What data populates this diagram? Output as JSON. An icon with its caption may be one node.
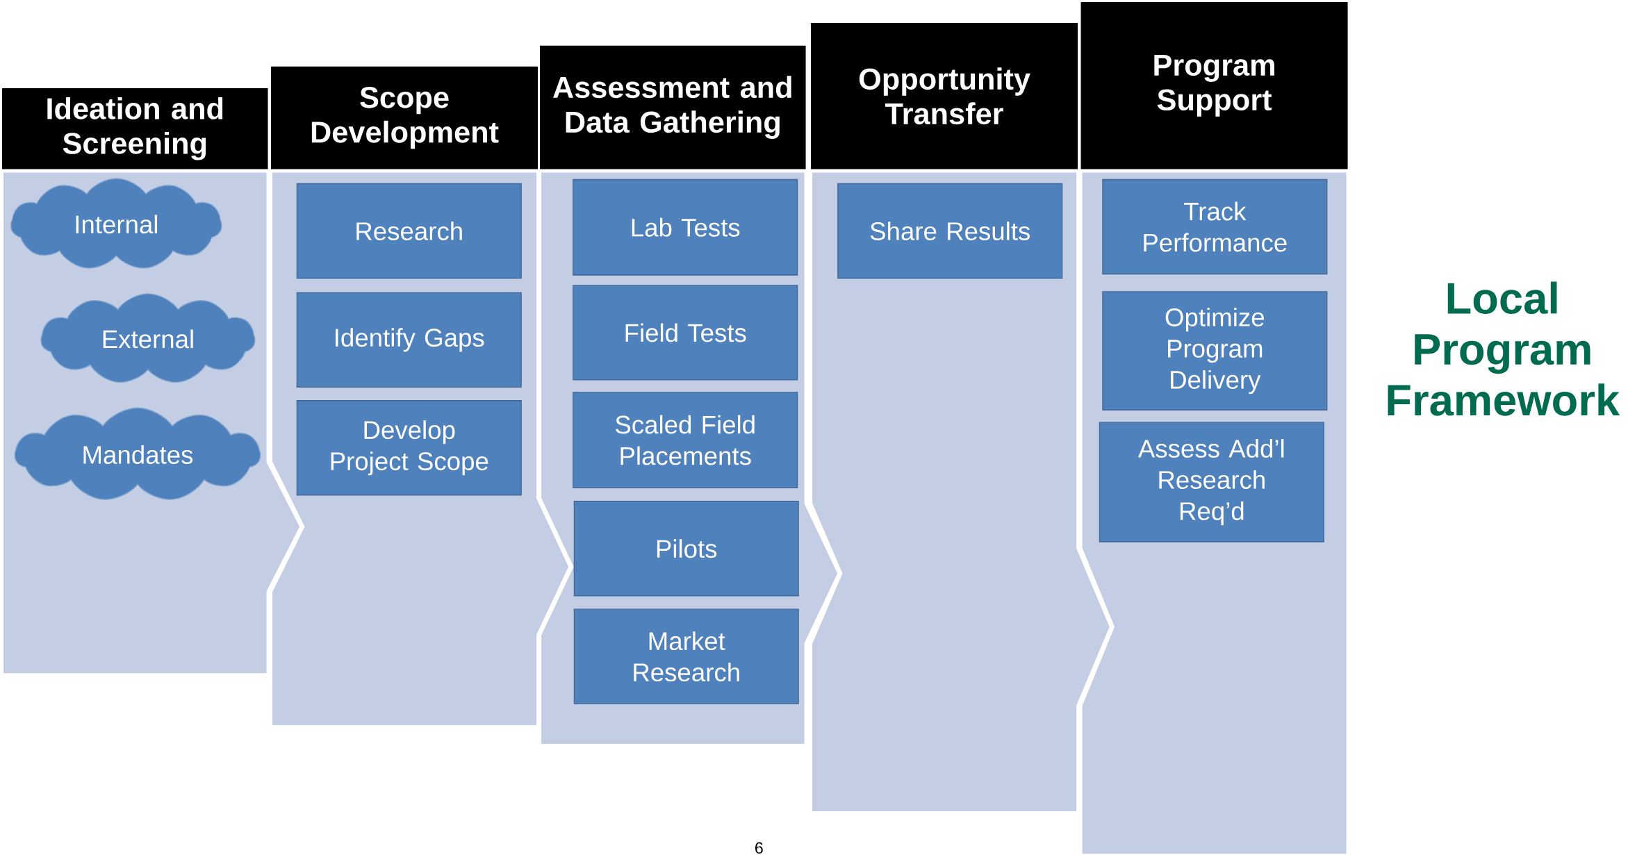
{
  "diagram": {
    "title": "Local Program Framework",
    "nodes": [
      {
        "text": [
          "Ideation and Screening"
        ]
      },
      {
        "text": [
          "Internal"
        ],
        "in": 0
      },
      {
        "text": [
          "External"
        ],
        "in": 0
      },
      {
        "text": [
          "Mandates"
        ],
        "in": 0
      },
      {
        "text": [
          "Scope Development"
        ]
      },
      {
        "text": [
          "Research"
        ],
        "in": 4
      },
      {
        "text": [
          "Identify Gaps"
        ],
        "in": 4
      },
      {
        "text": [
          "Develop Project Scope"
        ],
        "in": 4
      },
      {
        "text": [
          "Assessment and Data Gathering"
        ]
      },
      {
        "text": [
          "Lab Tests"
        ],
        "in": 8
      },
      {
        "text": [
          "Field Tests"
        ],
        "in": 8
      },
      {
        "text": [
          "Scaled Field Placements"
        ],
        "in": 8
      },
      {
        "text": [
          "Pilots"
        ],
        "in": 8
      },
      {
        "text": [
          "Market Research"
        ],
        "in": 8
      },
      {
        "text": [
          "Opportunity Transfer"
        ]
      },
      {
        "text": [
          "Share Results"
        ],
        "in": 14
      },
      {
        "text": [
          "Program Support"
        ]
      },
      {
        "text": [
          "Track Performance"
        ],
        "in": 16
      },
      {
        "text": [
          "Optimize Program Delivery"
        ],
        "in": 16
      },
      {
        "text": [
          "Assess Add’l Research Req’d"
        ],
        "in": 16
      }
    ],
    "labels": [
      "6"
    ]
  }
}
